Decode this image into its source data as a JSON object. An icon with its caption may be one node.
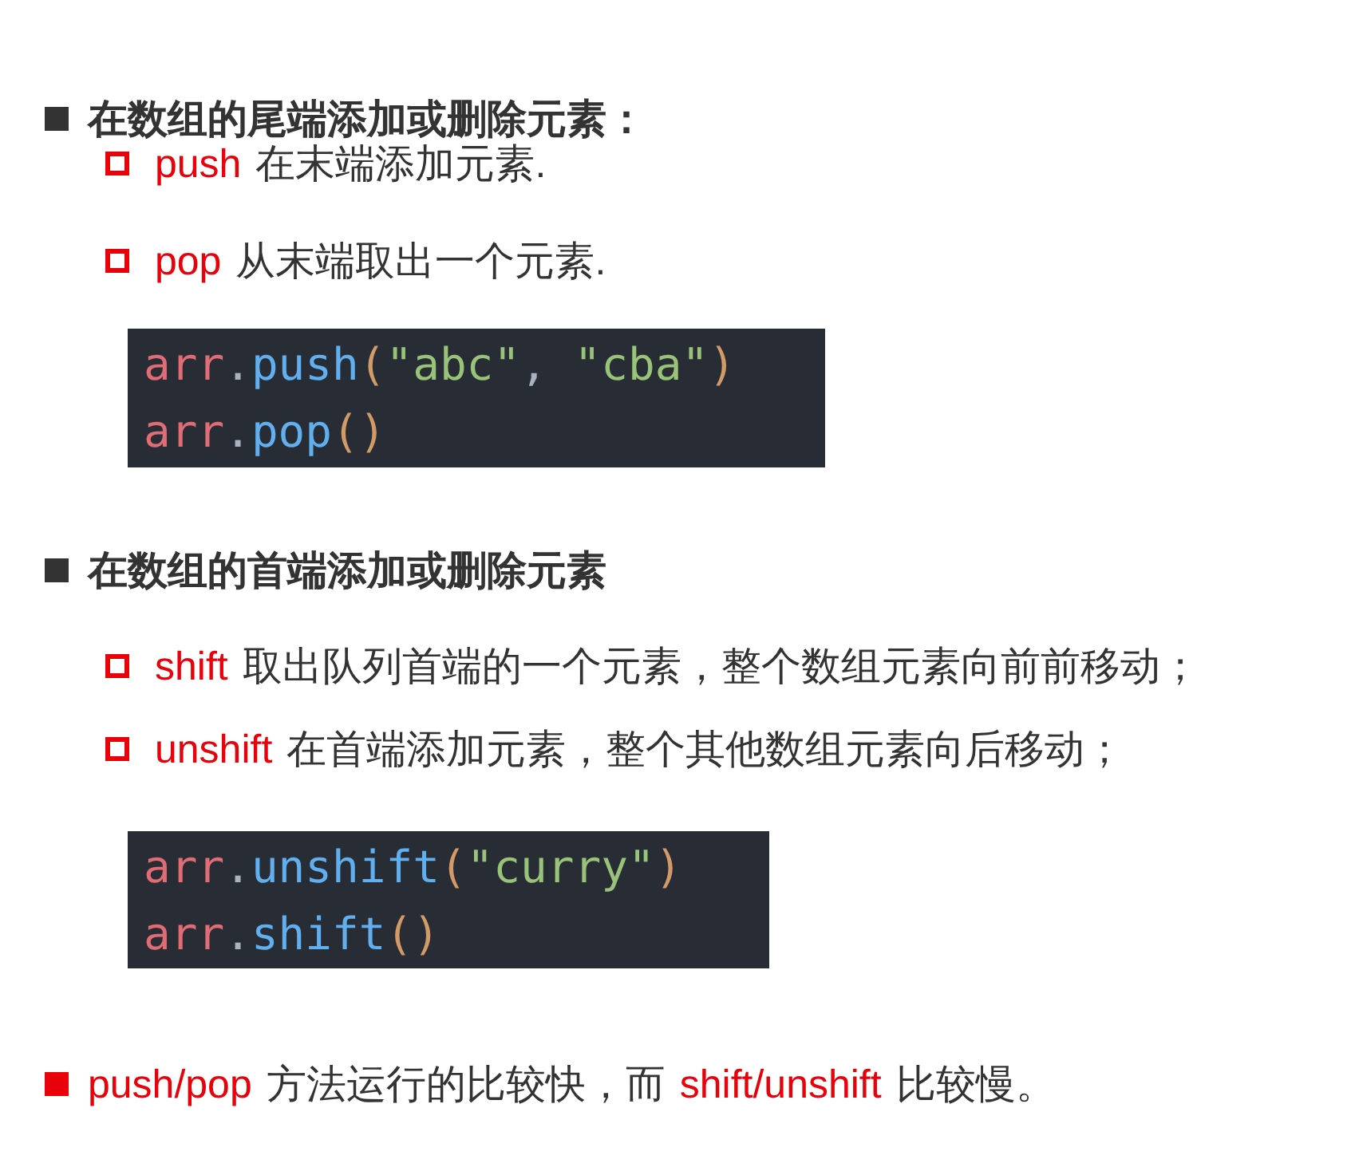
{
  "diagram": {
    "nodes": [
      {
        "text": [
          "arr.push(\"abc\", \"cba\")",
          "arr.pop()"
        ]
      },
      {
        "text": [
          "arr.unshift(\"curry\")",
          "arr.shift()"
        ]
      }
    ],
    "labels": [
      "在数组的尾端添加或删除元素：",
      "push",
      "在末端添加元素.",
      "pop",
      "从末端取出一个元素.",
      "在数组的首端添加或删除元素",
      "shift",
      "取出队列首端的一个元素，整个数组元素向前前移动；",
      "unshift",
      "在首端添加元素，整个其他数组元素向后移动；",
      "push/pop",
      "方法运行的比较快，而",
      "shift/unshift",
      "比较慢。"
    ]
  }
}
